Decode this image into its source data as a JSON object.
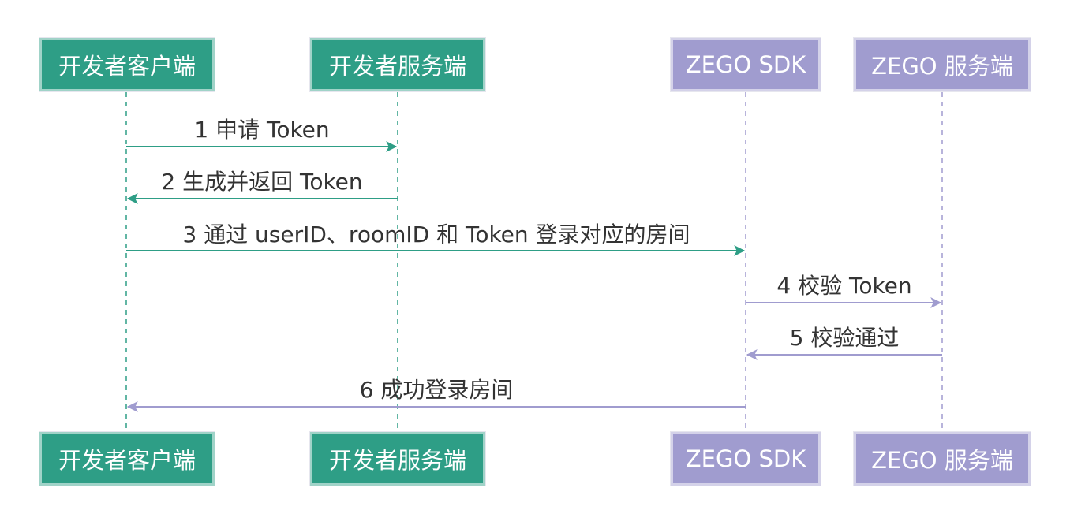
{
  "colors": {
    "green": "#2e9e86",
    "purple": "#a09ccf",
    "text": "#333333"
  },
  "participants": [
    {
      "id": "dev-client",
      "label": "开发者客户端",
      "color": "green"
    },
    {
      "id": "dev-server",
      "label": "开发者服务端",
      "color": "green"
    },
    {
      "id": "zego-sdk",
      "label": "ZEGO SDK",
      "color": "purple"
    },
    {
      "id": "zego-server",
      "label": "ZEGO 服务端",
      "color": "purple"
    }
  ],
  "messages": [
    {
      "from": "dev-client",
      "to": "dev-server",
      "label": "1 申请 Token",
      "color": "green"
    },
    {
      "from": "dev-server",
      "to": "dev-client",
      "label": "2 生成并返回 Token",
      "color": "green"
    },
    {
      "from": "dev-client",
      "to": "zego-sdk",
      "label": "3 通过 userID、roomID 和 Token 登录对应的房间",
      "color": "green"
    },
    {
      "from": "zego-sdk",
      "to": "zego-server",
      "label": "4 校验 Token",
      "color": "purple"
    },
    {
      "from": "zego-server",
      "to": "zego-sdk",
      "label": "5 校验通过",
      "color": "purple"
    },
    {
      "from": "zego-sdk",
      "to": "dev-client",
      "label": "6 成功登录房间",
      "color": "purple"
    }
  ]
}
